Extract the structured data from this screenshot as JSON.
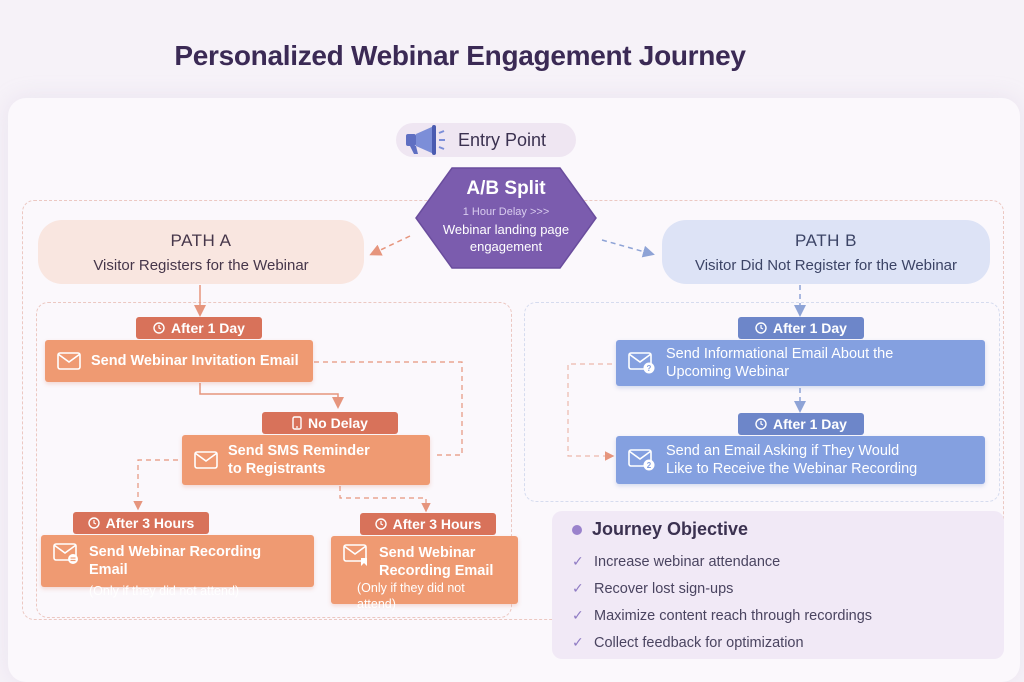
{
  "title": "Personalized Webinar Engagement Journey",
  "entry_point": {
    "label": "Entry Point",
    "icon": "megaphone-icon"
  },
  "split": {
    "title": "A/B Split",
    "delay_text": "1 Hour Delay >>>",
    "condition_line1": "Webinar landing page",
    "condition_line2": "engagement",
    "color": "#7b5cae"
  },
  "path_a": {
    "title": "PATH A",
    "subtitle": "Visitor Registers for the Webinar",
    "color": "#ef9a72",
    "steps": [
      {
        "delay": "After 1 Day",
        "delay_icon": "clock-icon",
        "action": "Send Webinar Invitation Email",
        "action_icon": "envelope-icon"
      },
      {
        "delay": "No Delay",
        "delay_icon": "phone-icon",
        "action_line1": "Send SMS Reminder",
        "action_line2": "to Registrants",
        "action_icon": "envelope-icon"
      },
      {
        "delay": "After 3 Hours",
        "delay_icon": "clock-icon",
        "action": "Send Webinar Recording Email",
        "note": "(Only if they did not attend)",
        "action_icon": "envelope-list-icon"
      },
      {
        "delay": "After 3 Hours",
        "delay_icon": "clock-icon",
        "action_line1": "Send Webinar",
        "action_line2": "Recording Email",
        "note": "(Only if they did not attend)",
        "action_icon": "envelope-check-icon"
      }
    ]
  },
  "path_b": {
    "title": "PATH B",
    "subtitle": "Visitor Did Not Register for the Webinar",
    "color": "#84a0e0",
    "steps": [
      {
        "delay": "After 1 Day",
        "delay_icon": "clock-icon",
        "action_line1": "Send Informational Email About the",
        "action_line2": "Upcoming Webinar",
        "action_icon": "envelope-question-icon"
      },
      {
        "delay": "After 1 Day",
        "delay_icon": "clock-icon",
        "action_line1": "Send an Email Asking if They Would",
        "action_line2": "Like to Receive the Webinar Recording",
        "action_icon": "envelope-2-icon"
      }
    ]
  },
  "objective": {
    "title": "Journey Objective",
    "items": [
      "Increase webinar attendance",
      "Recover lost sign-ups",
      "Maximize content reach through recordings",
      "Collect feedback for optimization"
    ]
  }
}
